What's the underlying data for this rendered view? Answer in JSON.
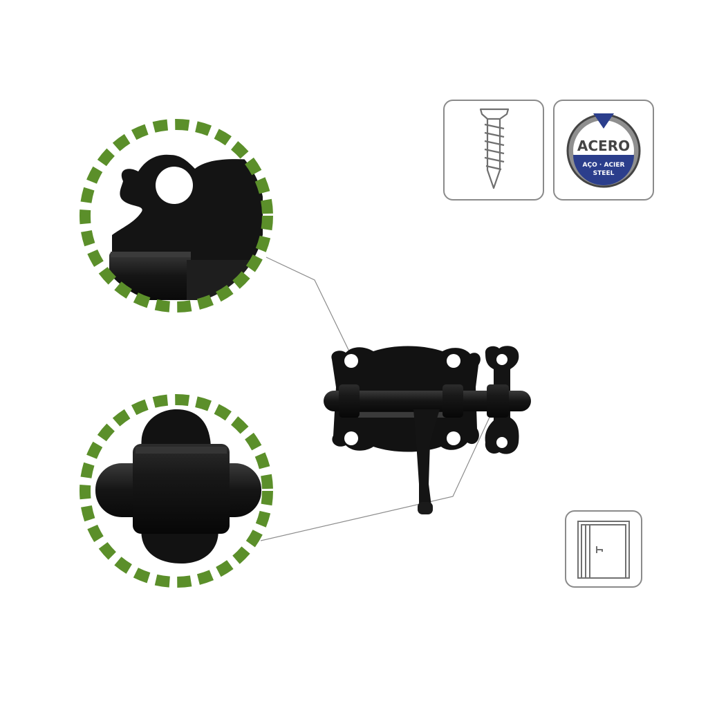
{
  "material_badge": {
    "title": "ACERO",
    "subtitle_line1": "AÇO · ACIER",
    "subtitle_line2": "STEEL"
  },
  "colors": {
    "accent_green": "#5b8f2a",
    "badge_blue": "#2b3e8c",
    "badge_grey": "#9a9a9a",
    "product_black": "#151515",
    "icon_outline": "#8a8a8a"
  },
  "icons": [
    "screw-icon",
    "steel-material-icon",
    "door-icon"
  ]
}
